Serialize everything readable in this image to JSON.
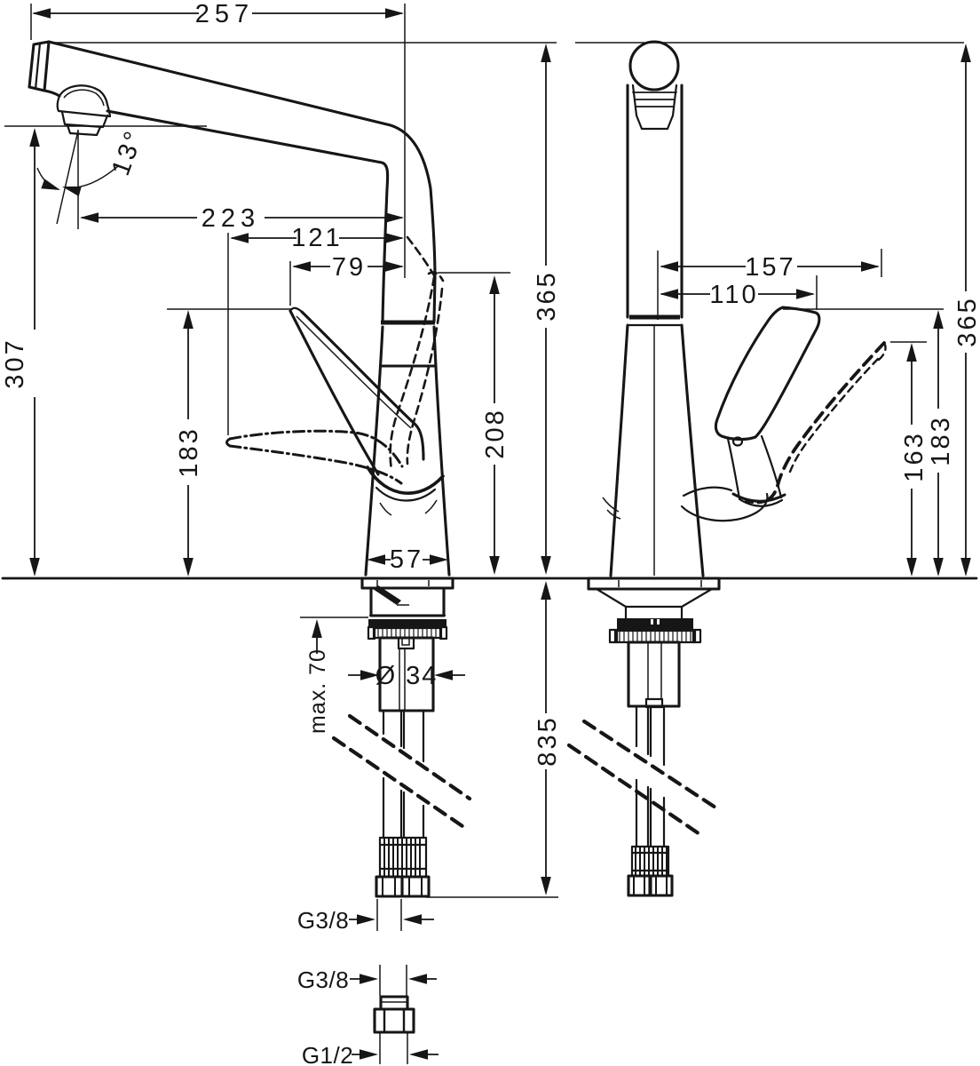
{
  "drawing": {
    "type": "faucet-installation-dimensions",
    "ink_color": "#161616",
    "background": "#ffffff",
    "views": {
      "front": "front-view",
      "side": "side-view"
    }
  },
  "dimensions": {
    "front": {
      "overall_reach": "257",
      "outlet_reach": "223",
      "handle_reach_open": "121",
      "handle_reach": "79",
      "spray_angle": "13°",
      "outlet_height": "307",
      "overall_height": "365",
      "swivel_outlet_height": "208",
      "handle_height": "183",
      "base_width": "57",
      "max_deck_thickness": "max. 70",
      "shank_diameter": "Ø 34",
      "hose_length": "835",
      "hose_thread": "G3/8",
      "adapter_thread_top": "G3/8",
      "adapter_thread_bottom": "G1/2"
    },
    "side": {
      "handle_reach_open": "157",
      "handle_reach": "110",
      "overall_height": "365",
      "handle_height": "183",
      "handle_height_open": "163"
    }
  }
}
